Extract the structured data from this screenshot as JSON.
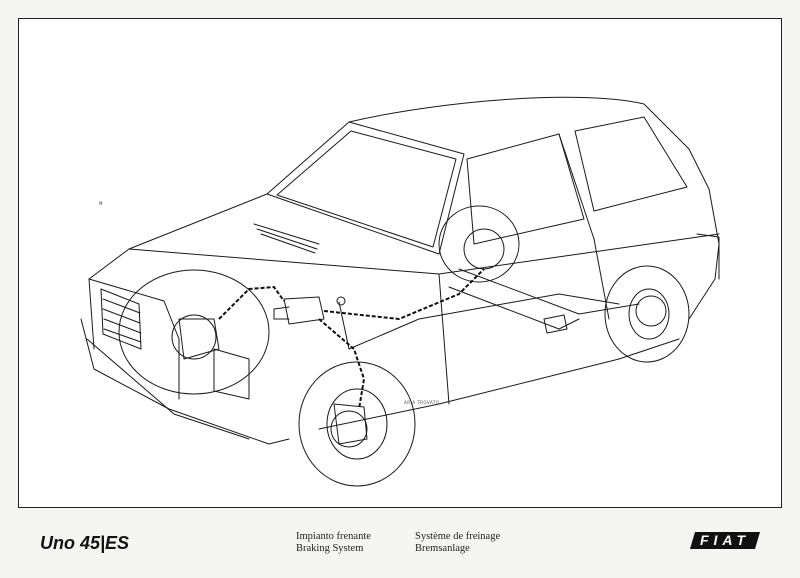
{
  "footer": {
    "model": "Uno 45|ES",
    "captions_it": "Impianto frenante",
    "captions_en": "Braking System",
    "captions_fr": "Système de freinage",
    "captions_de": "Bremsanlage",
    "brand": "FIAT"
  },
  "drawing": {
    "corner_mark": "M",
    "artist_signature": "ARIA TROVATO"
  }
}
